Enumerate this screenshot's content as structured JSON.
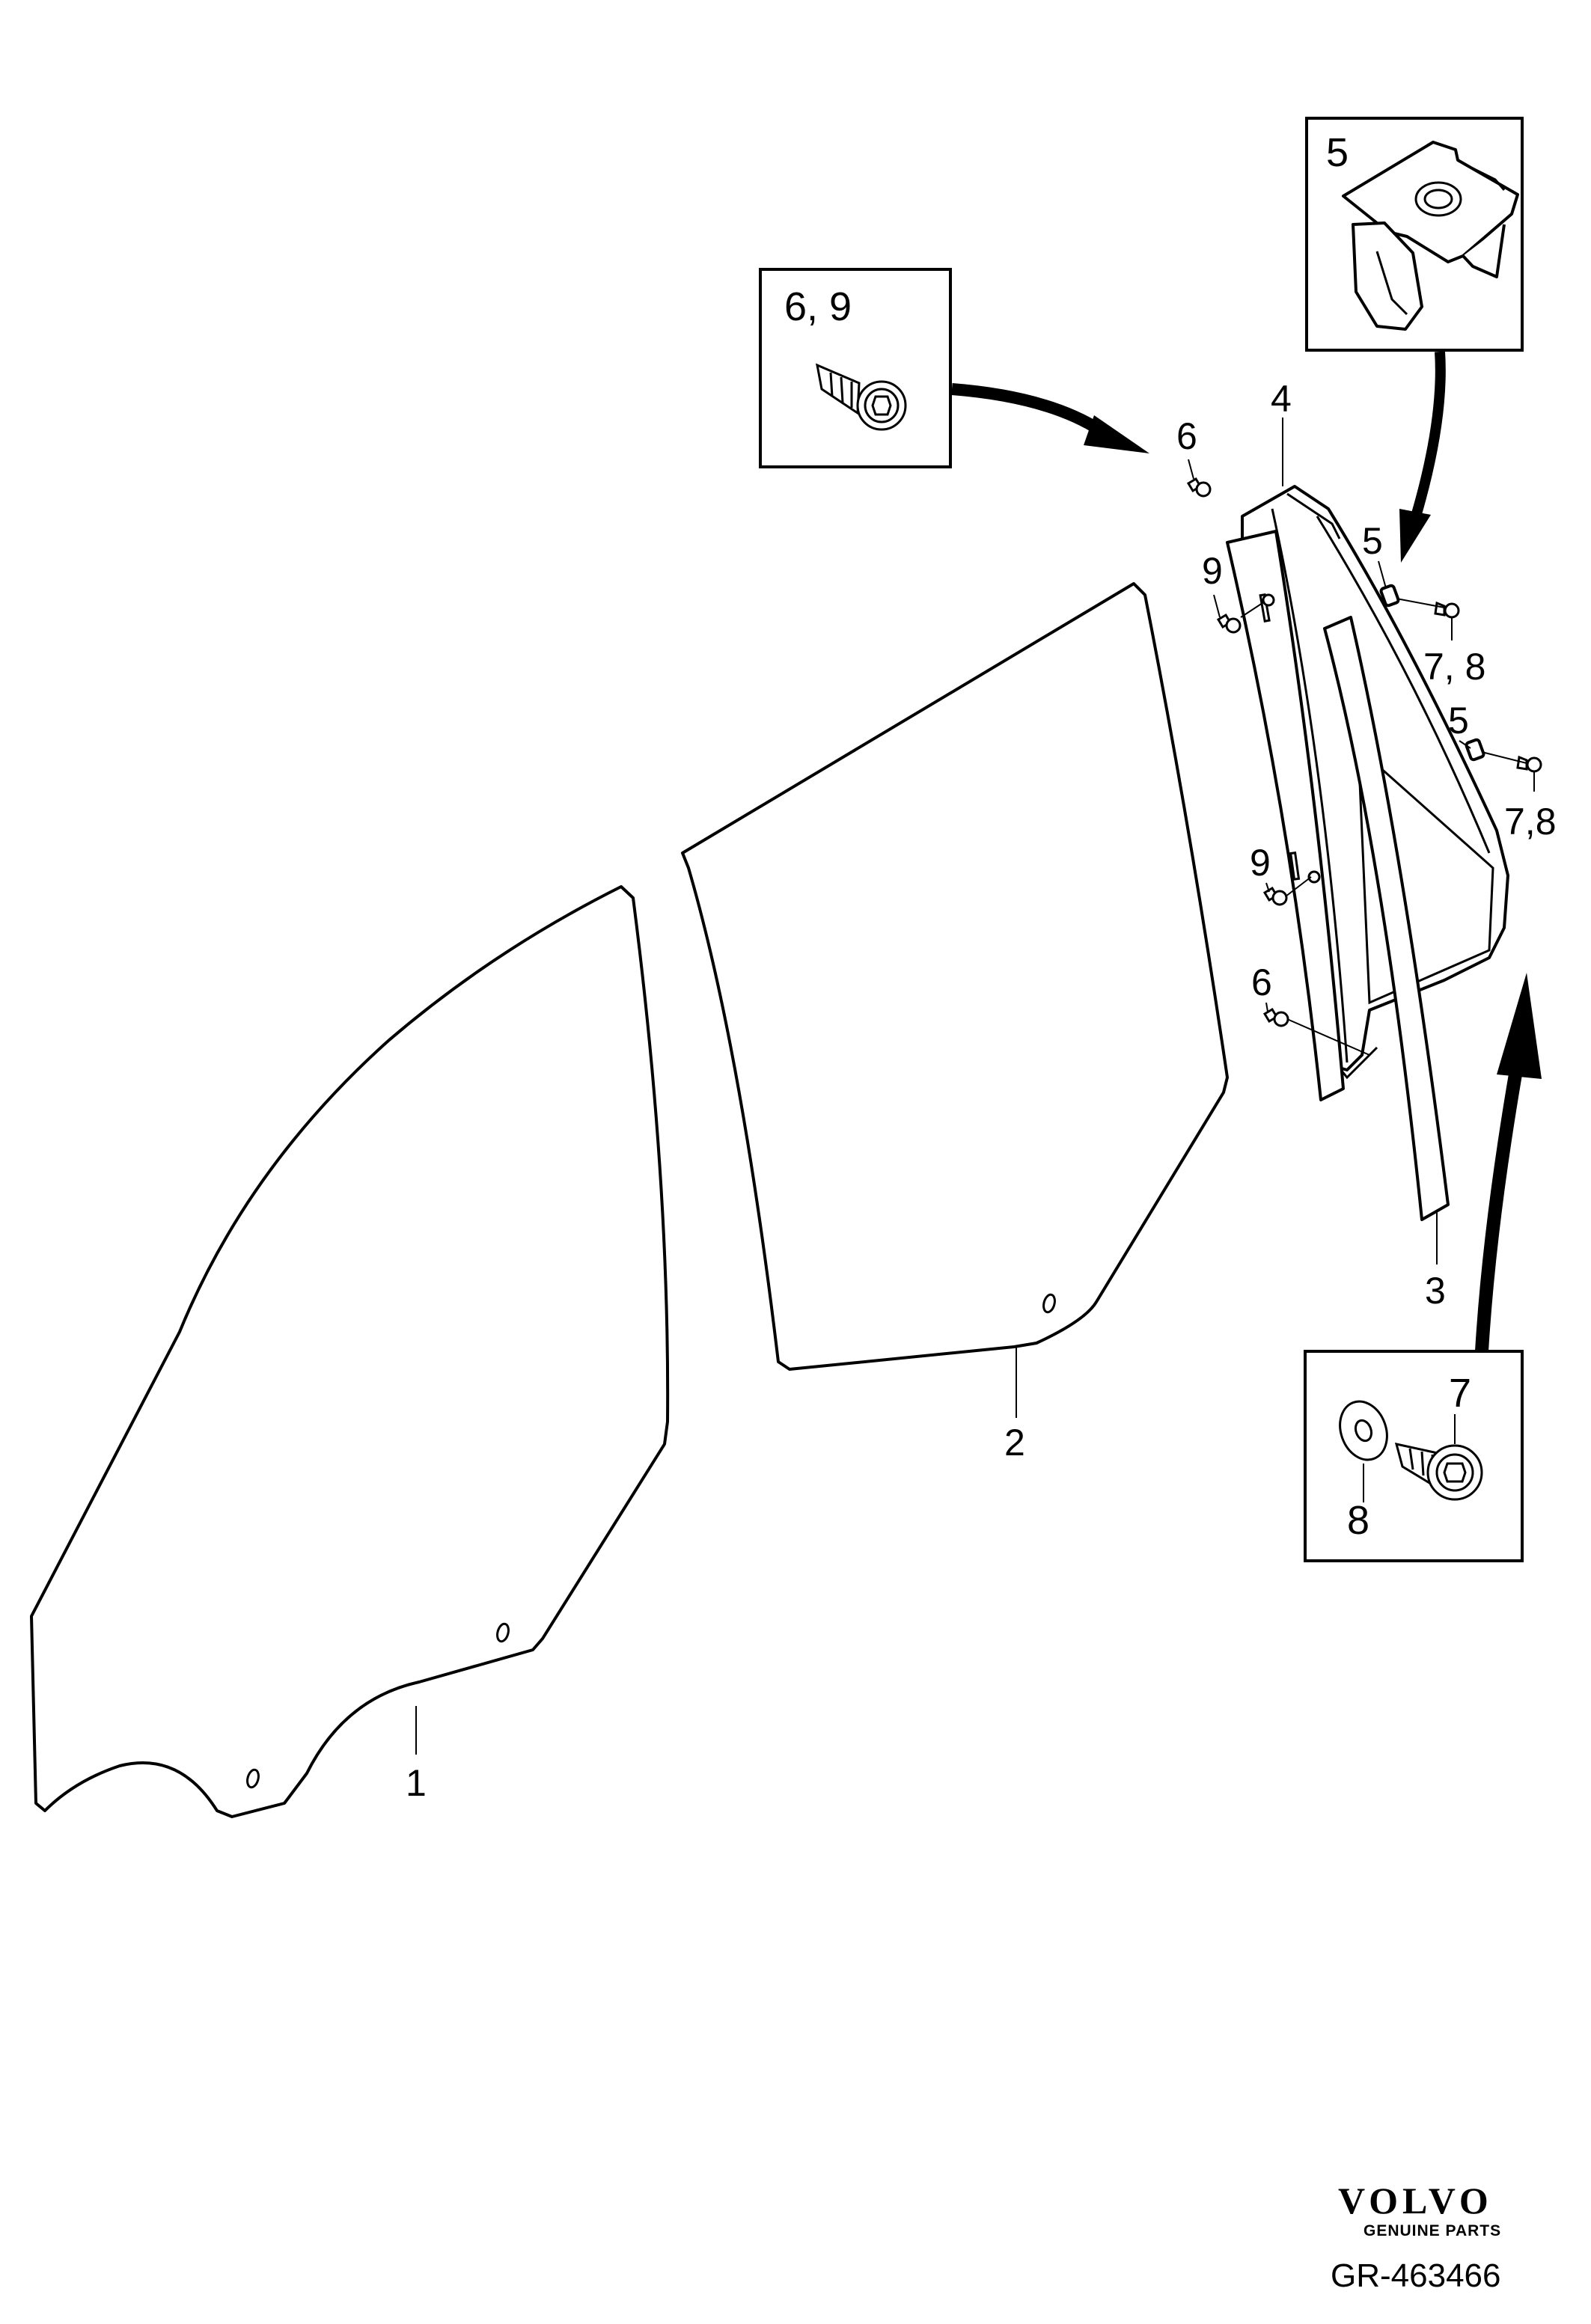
{
  "callouts": {
    "c1": "1",
    "c2": "2",
    "c3": "3",
    "c4": "4",
    "c5a": "5",
    "c5b": "5",
    "c6a": "6",
    "c6b": "6",
    "c9a": "9",
    "c9b": "9",
    "c78a": "7, 8",
    "c78b": "7,8"
  },
  "insets": {
    "inset_69": "6, 9",
    "inset_5": "5",
    "inset_7": "7",
    "inset_8": "8"
  },
  "branding": {
    "logo_text": "VOLVO",
    "logo_sub": "GENUINE PARTS",
    "reference": "GR-463466"
  }
}
